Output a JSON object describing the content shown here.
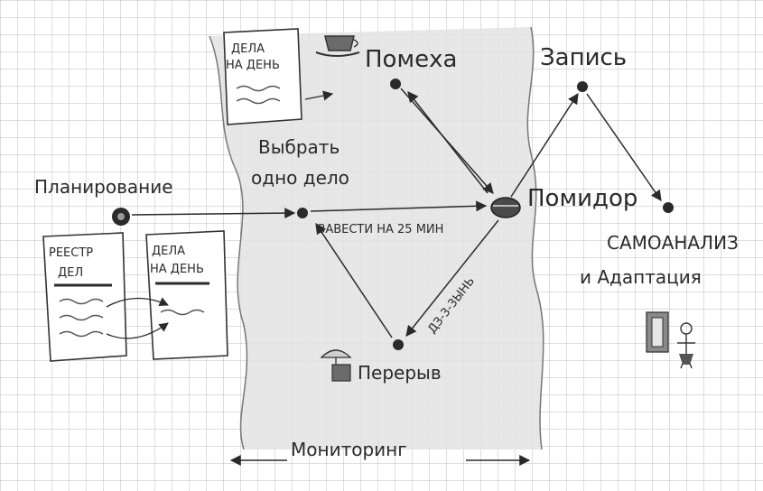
{
  "nodes": {
    "planning": "Планирование",
    "choose_task": "Выбрать одно дело",
    "choose_task_line1": "Выбрать",
    "choose_task_line2": "одно дело",
    "interruption": "Помеха",
    "record": "Запись",
    "tomato": "Помидор",
    "self_analysis_line1": "САМОАНАЛИЗ",
    "self_analysis_line2": "и Адаптация",
    "break": "Перерыв",
    "monitoring": "Мониторинг"
  },
  "edges": {
    "start_timer": "ЗАВЕСТИ НА 25 МИН",
    "ring": "ДЗ-3-3ЫНЬ"
  },
  "lists": {
    "registry_line1": "РЕЕСТР",
    "registry_line2": "ДЕЛ",
    "todo_line1": "ДЕЛА",
    "todo_line2": "НА ДЕНЬ",
    "todo_top_line1": "ДЕЛА",
    "todo_top_line2": "НА ДЕНЬ"
  },
  "colors": {
    "ink": "#2a2a2a",
    "grid": "#b9bcc6",
    "paper": "#ffffff",
    "monitoring_shade": "#e3e3e3"
  }
}
